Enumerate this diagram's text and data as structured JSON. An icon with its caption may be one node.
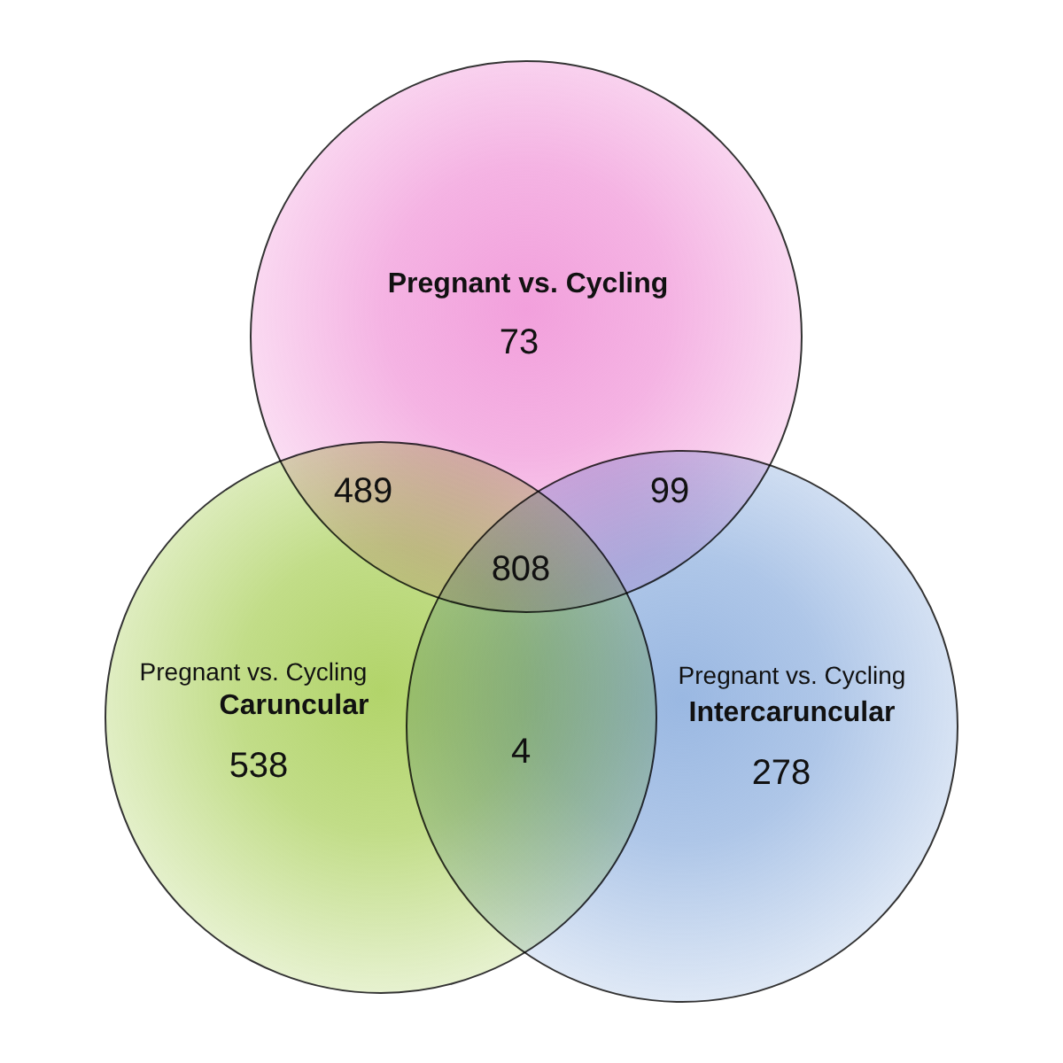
{
  "diagram": {
    "nodes": [
      {
        "text": [
          "Pregnant vs. Cycling",
          "73"
        ]
      },
      {
        "text": [
          "Pregnant vs. Cycling",
          "Caruncular",
          "538"
        ]
      },
      {
        "text": [
          "Pregnant vs. Cycling",
          "Intercaruncular",
          "278"
        ]
      }
    ],
    "labels": [
      "489",
      "99",
      "808",
      "4"
    ]
  }
}
